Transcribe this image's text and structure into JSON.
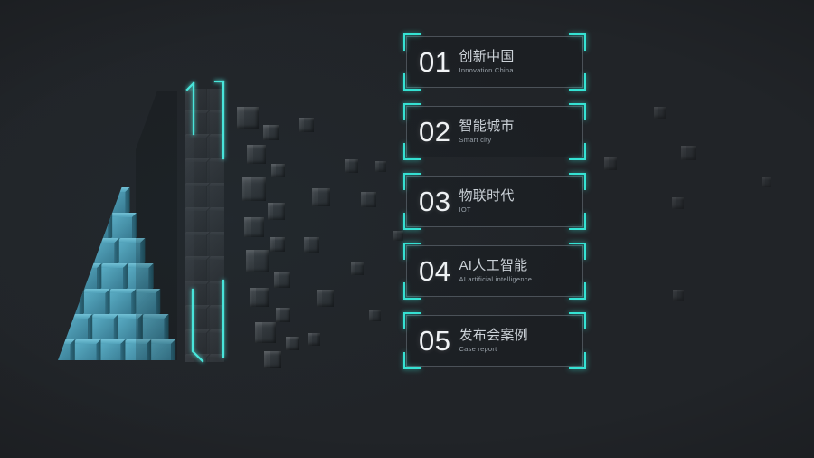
{
  "slide": {
    "background_color": "#212428",
    "accent_color": "#35e3d4",
    "cube_color": "#4a9cb5",
    "title_color": "#ccd2d8"
  },
  "artwork": {
    "name": "letter-a-cube-dispersion",
    "letter": "A",
    "description": "3D letter A built from teal cubes dispersing into dark gray cubes",
    "accent_hooks": 4
  },
  "menu": {
    "items": [
      {
        "number": "01",
        "cn": "创新中国",
        "en": "Innovation China"
      },
      {
        "number": "02",
        "cn": "智能城市",
        "en": "Smart city"
      },
      {
        "number": "03",
        "cn": "物联时代",
        "en": "IOT"
      },
      {
        "number": "04",
        "cn": "AI人工智能",
        "en": "AI artificial intelligence"
      },
      {
        "number": "05",
        "cn": "发布会案例",
        "en": "Case report"
      }
    ]
  }
}
